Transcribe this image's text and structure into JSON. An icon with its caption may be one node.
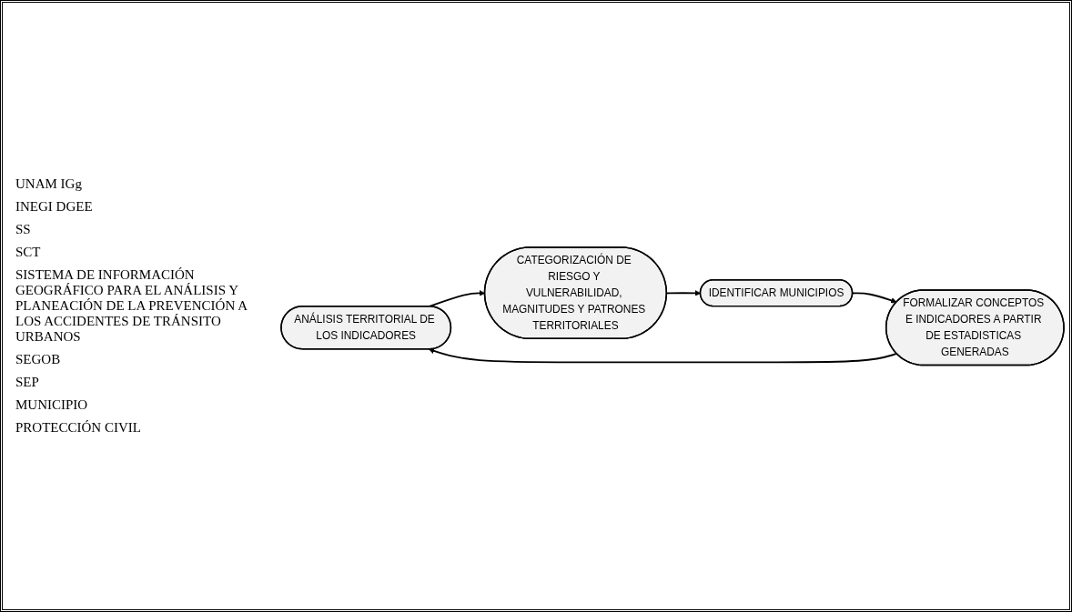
{
  "diagram": {
    "nodes": [
      {
        "text": [
          "ANÁLISIS TERRITORIAL DE LOS INDICADORES"
        ]
      },
      {
        "text": [
          "FORMALIZAR CONCEPTOS E INDICADORES A PARTIR DE ESTADISTICAS GENERADAS"
        ]
      },
      {
        "text": [
          "CATEGORIZACIÓN DE RIESGO Y VULNERABILIDAD, MAGNITUDES Y PATRONES TERRITORIALES"
        ]
      },
      {
        "text": [
          "IDENTIFICAR MUNICIPIOS"
        ]
      }
    ],
    "edges": [
      {
        "from": 1,
        "to": 0,
        "arrow": "to"
      },
      {
        "from": 0,
        "to": 2,
        "arrow": "to"
      },
      {
        "from": 2,
        "to": 3,
        "arrow": "to"
      },
      {
        "from": 3,
        "to": 1,
        "arrow": "to"
      }
    ],
    "labels": [
      "UNAM IGg",
      "INEGI DGEE",
      "SS",
      "SCT",
      "SISTEMA DE INFORMACIÓN GEOGRÁFICO PARA EL ANÁLISIS Y PLANEACIÓN DE LA PREVENCIÓN A LOS ACCIDENTES DE TRÁNSITO URBANOS",
      "SEGOB",
      "SEP",
      "MUNICIPIO",
      "PROTECCIÓN CIVIL"
    ]
  }
}
